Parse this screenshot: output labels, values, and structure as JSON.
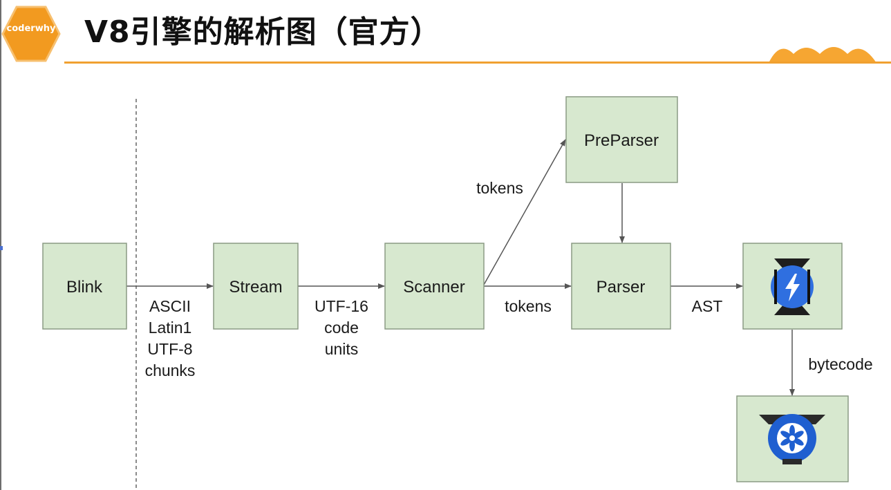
{
  "header": {
    "logo_text": "coderwhy",
    "title": "V8引擎的解析图（官方）"
  },
  "colors": {
    "accent": "#f0a030",
    "node_fill": "#d7e8cf",
    "node_stroke": "#8a9a84",
    "ignition_blue": "#2f6fe0",
    "turbofan_blue": "#1f5fd0"
  },
  "diagram": {
    "nodes": {
      "blink": "Blink",
      "stream": "Stream",
      "scanner": "Scanner",
      "preparser": "PreParser",
      "parser": "Parser",
      "ignition_icon": "ignition-icon",
      "turbofan_icon": "turbofan-icon"
    },
    "edges": {
      "blink_stream": [
        "ASCII",
        "Latin1",
        "UTF-8",
        "chunks"
      ],
      "stream_scanner": [
        "UTF-16",
        "code",
        "units"
      ],
      "scanner_preparser": "tokens",
      "scanner_parser": "tokens",
      "parser_ignition": "AST",
      "ignition_turbofan": "bytecode"
    }
  }
}
